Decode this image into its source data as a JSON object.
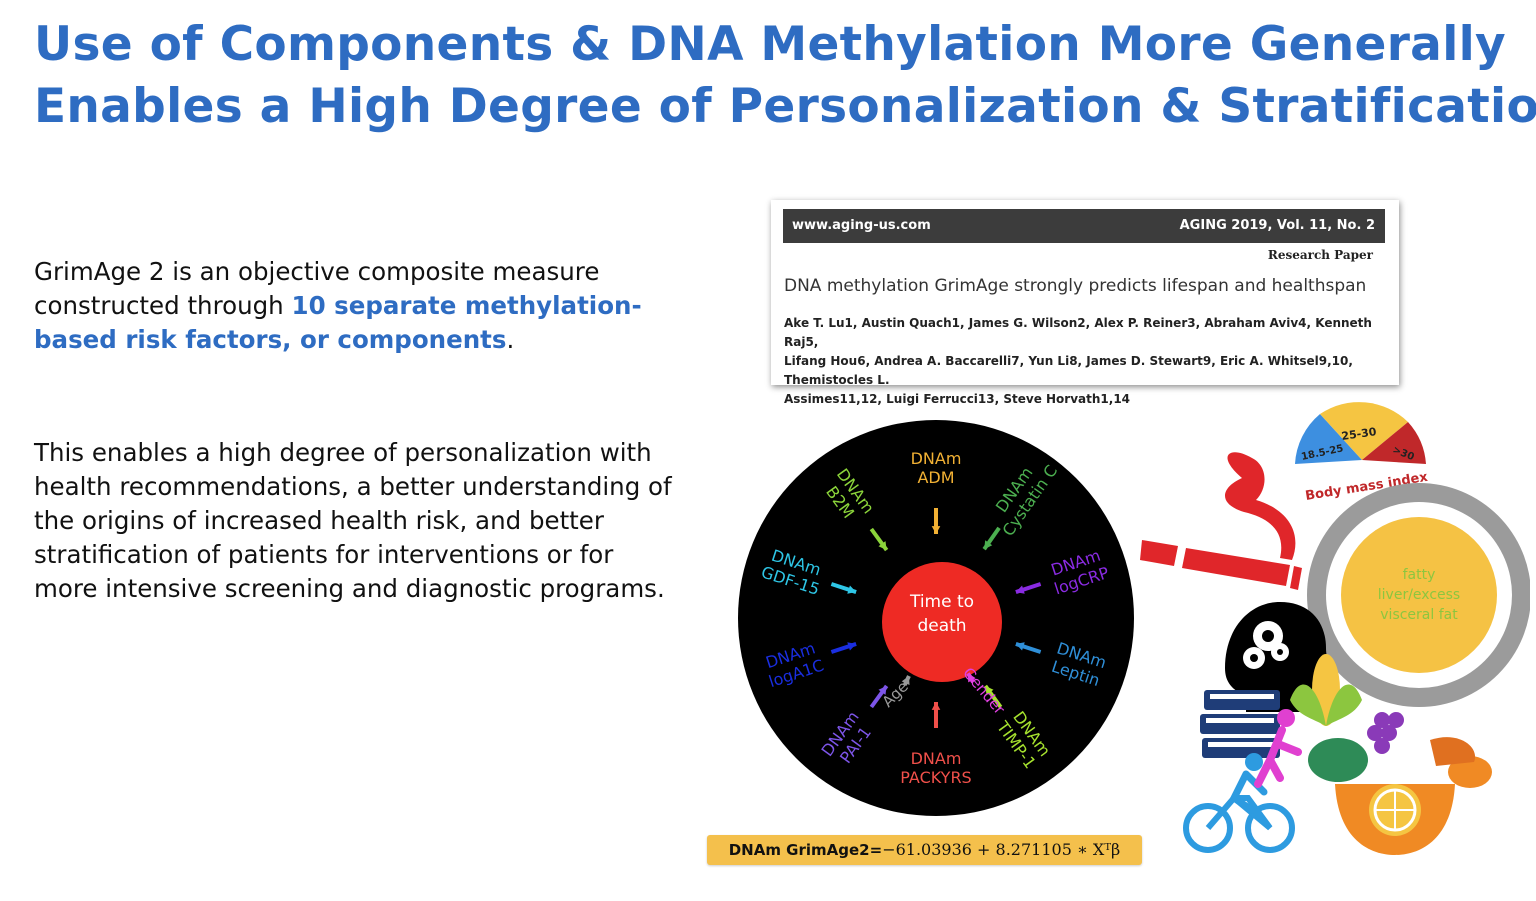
{
  "slide": {
    "title_line1": "Use of Components & DNA Methylation More Generally",
    "title_line2": "Enables a High Degree of Personalization & Stratification",
    "para1_start": "GrimAge 2 is an objective composite measure constructed through ",
    "para1_highlight": "10 separate methylation-based risk factors, or components",
    "para1_end": ".",
    "para2": "This enables a high degree of personalization with health recommendations, a better understanding of the origins of increased health risk, and better stratification of patients for interventions or for more intensive screening and diagnostic programs."
  },
  "paper": {
    "url": "www.aging-us.com",
    "volume": "AGING 2019, Vol. 11, No. 2",
    "type": "Research Paper",
    "title": "DNA methylation GrimAge strongly predicts lifespan and healthspan",
    "authors_line1": "Ake T. Lu1, Austin Quach1, James G. Wilson2, Alex P. Reiner3, Abraham Aviv4, Kenneth Raj5,",
    "authors_line2": "Lifang Hou6, Andrea A. Baccarelli7, Yun Li8, James D. Stewart9, Eric A. Whitsel9,10, Themistocles L.",
    "authors_line3": "Assimes11,12, Luigi Ferrucci13, Steve Horvath1,14"
  },
  "wheel": {
    "center_line1": "Time to",
    "center_line2": "death",
    "components": [
      {
        "line1": "DNAm",
        "line2": "ADM",
        "color": "#f2b134"
      },
      {
        "line1": "DNAm",
        "line2": "Cystatin C",
        "color": "#4caf50"
      },
      {
        "line1": "DNAm",
        "line2": "logCRP",
        "color": "#8a2be2"
      },
      {
        "line1": "DNAm",
        "line2": "Leptin",
        "color": "#2f8fd8"
      },
      {
        "line1": "DNAm",
        "line2": "TIMP-1",
        "color": "#a6e22e"
      },
      {
        "line1": "DNAm",
        "line2": "PACKYRS",
        "color": "#f0504a"
      },
      {
        "line1": "DNAm",
        "line2": "PAI-1",
        "color": "#7d55e8"
      },
      {
        "line1": "DNAm",
        "line2": "logA1C",
        "color": "#1a2ee0"
      },
      {
        "line1": "DNAm",
        "line2": "GDF-15",
        "color": "#2ec6e6"
      },
      {
        "line1": "DNAm",
        "line2": "B2M",
        "color": "#8bd43a"
      }
    ],
    "inner": [
      {
        "label": "Gender",
        "color": "#e040e0"
      },
      {
        "label": "Age",
        "color": "#9a9a9a"
      }
    ]
  },
  "icons": {
    "bmi_label": "Body mass index",
    "bmi_ranges": [
      "18.5-25",
      "25-30",
      ">30"
    ],
    "fat_line1": "fatty",
    "fat_line2": "liver/excess",
    "fat_line3": "visceral fat",
    "names": [
      "smoking-icon",
      "head-gears-icon",
      "books-icon",
      "cyclist-icon",
      "fruit-basket-icon"
    ]
  },
  "formula": {
    "lhs": "DNAm GrimAge2=",
    "rhs": "−61.03936 + 8.271105 ∗ Xᵀβ"
  }
}
